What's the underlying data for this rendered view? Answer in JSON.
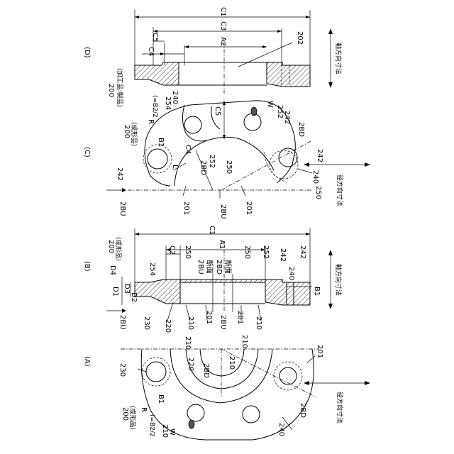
{
  "panels": {
    "A": "(A)",
    "B": "(B)",
    "C": "(C)",
    "D": "(D)"
  },
  "parts": {
    "p200": "200",
    "molded": "(成形品)",
    "machined": "(加工品:製品)",
    "p201": "201",
    "p202": "202",
    "p210": "210",
    "p220": "220",
    "p230": "230",
    "p240": "240",
    "p242": "242",
    "p250": "250",
    "p252": "252",
    "p254": "254"
  },
  "dims": {
    "A1": "A1",
    "A2": "A2",
    "B1": "B1",
    "R": "R",
    "B2half": "(=B2/2",
    "C1": "C1",
    "C2": "C2",
    "C3": "C3",
    "C4": "C4",
    "C5": "C5",
    "D1": "D1",
    "D2": "D2",
    "D3": "D3",
    "D4": "D4",
    "W": "W",
    "L": "L",
    "bu": "2BU",
    "bd": "2BD",
    "section": "断面"
  },
  "directions": {
    "axial": "軸方向寸法",
    "radial": "径方向寸法"
  }
}
